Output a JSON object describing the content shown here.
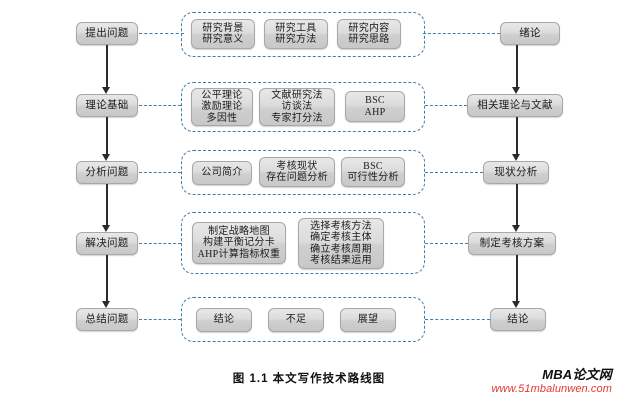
{
  "figure": {
    "caption": "图 1.1 本文写作技术路线图",
    "colors": {
      "dashed_border": "#3b7fb0",
      "node_fill": "#dcdcdc",
      "node_border": "#a8a8a8",
      "arrow": "#2b2b2b",
      "watermark_url": "#e03a2f"
    }
  },
  "watermark": {
    "title": "MBA论文网",
    "url": "www.51mbalunwen.com"
  },
  "flow": {
    "left_stages": [
      {
        "label": "提出问题"
      },
      {
        "label": "理论基础"
      },
      {
        "label": "分析问题"
      },
      {
        "label": "解决问题"
      },
      {
        "label": "总结问题"
      }
    ],
    "right_stages": [
      {
        "label": "绪论"
      },
      {
        "label": "相关理论与文献"
      },
      {
        "label": "现状分析"
      },
      {
        "label": "制定考核方案"
      },
      {
        "label": "结论"
      }
    ],
    "groups": [
      {
        "id": "group-1",
        "items": [
          {
            "lines": [
              "研究背景",
              "研究意义"
            ]
          },
          {
            "lines": [
              "研究工具",
              "研究方法"
            ]
          },
          {
            "lines": [
              "研究内容",
              "研究思路"
            ]
          }
        ]
      },
      {
        "id": "group-2",
        "items": [
          {
            "lines": [
              "公平理论",
              "激励理论",
              "多因性"
            ]
          },
          {
            "lines": [
              "文献研究法",
              "访谈法",
              "专家打分法"
            ]
          },
          {
            "lines": [
              "BSC",
              "AHP"
            ]
          }
        ]
      },
      {
        "id": "group-3",
        "items": [
          {
            "lines": [
              "公司简介"
            ]
          },
          {
            "lines": [
              "考核现状",
              "存在问题分析"
            ]
          },
          {
            "lines": [
              "BSC",
              "可行性分析"
            ]
          }
        ]
      },
      {
        "id": "group-4",
        "items": [
          {
            "lines": [
              "制定战略地图",
              "构建平衡记分卡",
              "AHP计算指标权重"
            ]
          },
          {
            "lines": [
              "选择考核方法",
              "确定考核主体",
              "确立考核周期",
              "考核结果运用"
            ]
          }
        ]
      },
      {
        "id": "group-5",
        "items": [
          {
            "lines": [
              "结论"
            ]
          },
          {
            "lines": [
              "不足"
            ]
          },
          {
            "lines": [
              "展望"
            ]
          }
        ]
      }
    ]
  }
}
